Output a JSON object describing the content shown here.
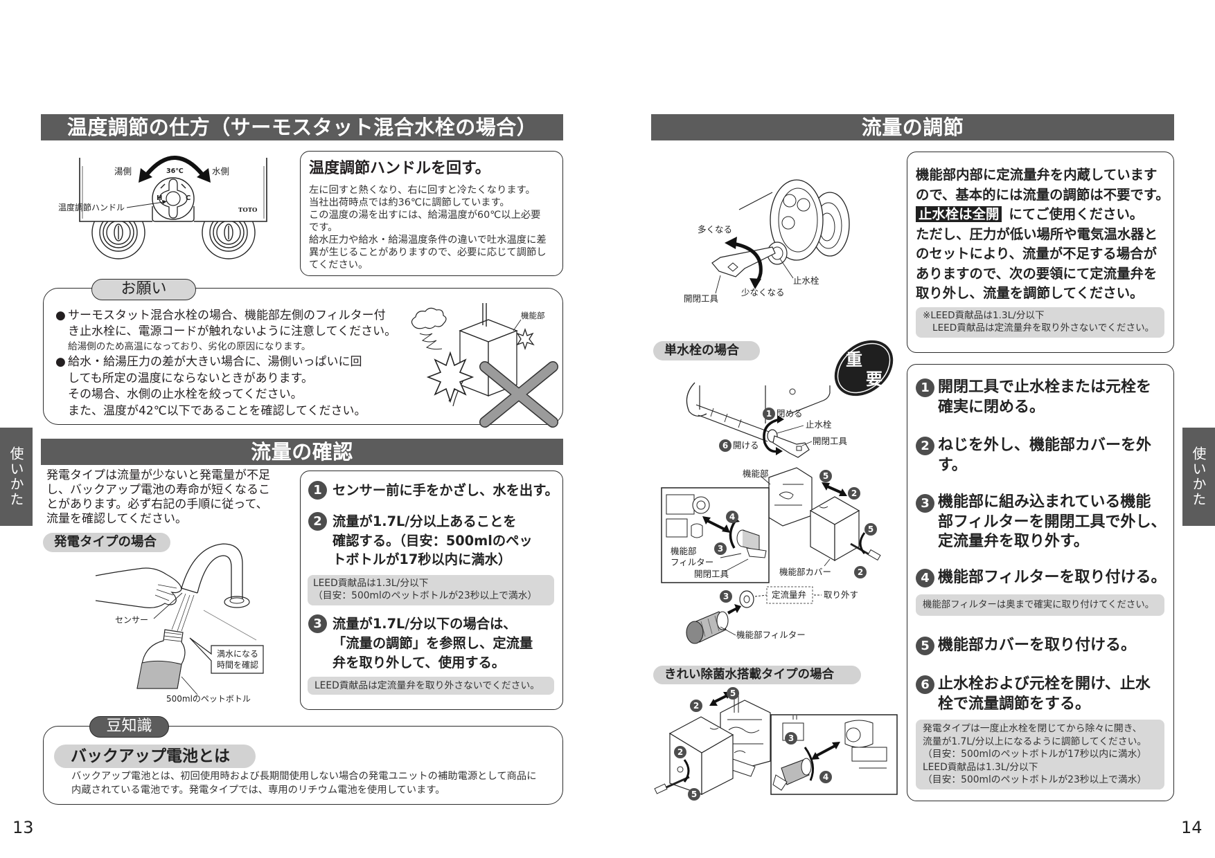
{
  "left_page": {
    "page_number": "13",
    "side_tab": "使いかた",
    "temperature_section": {
      "heading": "温度調節の仕方（サーモスタット混合水栓の場合）",
      "figure": {
        "hot_side": "湯側",
        "set_temperature": "36℃",
        "cold_side": "水側",
        "handle_label": "温度調節ハンドル",
        "hot_mark": "H",
        "cold_mark": "C",
        "brand": "TOTO"
      },
      "instruction": {
        "title": "温度調節ハンドルを回す。",
        "lines": [
          "左に回すと熱くなり、右に回すと冷たくなります。",
          "当社出荷時点では約36℃に調節しています。",
          "この温度の湯を出すには、給湯温度が60℃以上必要",
          "です。",
          "給水圧力や給水・給湯温度条件の違いで吐水温度に差",
          "異が生じることがありますので、必要に応じて調節し",
          "てください。"
        ]
      },
      "request": {
        "tab": "お願い",
        "bullet": "●",
        "items": [
          {
            "lines": [
              "サーモスタット混合水栓の場合、機能部左側のフィルター付",
              "き止水栓に、電源コードが触れないように注意してください。"
            ],
            "note": "給湯側のため高温になっており、劣化の原因になります。"
          },
          {
            "lines": [
              "給水・給湯圧力の差が大きい場合に、湯側いっぱいに回",
              "しても所定の温度にならないときがあります。",
              "その場合、水側の止水栓を絞ってください。",
              "また、温度が42℃以下であることを確認してください。"
            ]
          }
        ],
        "figure_label": "機能部"
      }
    },
    "flow_check_section": {
      "heading": "流量の確認",
      "intro_lines": [
        "発電タイプは流量が少ないと発電量が不足",
        "し、バックアップ電池の寿命が短くなるこ",
        "とがあります。必ず右記の手順に従って、",
        "流量を確認してください。"
      ],
      "subheading": "発電タイプの場合",
      "figure": {
        "sensor": "センサー",
        "callout_line1": "満水になる",
        "callout_line2": "時間を確認",
        "bottle": "500mlのペットボトル"
      },
      "steps": [
        {
          "num": "1",
          "lines": [
            "センサー前に手をかざし、水を出す。"
          ]
        },
        {
          "num": "2",
          "lines": [
            "流量が1.7L/分以上あることを",
            "確認する。（目安：500mlのペッ",
            "トボトルが17秒以内に満水）"
          ],
          "note": [
            "LEED貢献品は1.3L/分以下",
            "（目安：500mlのペットボトルが23秒以上で満水）"
          ]
        },
        {
          "num": "3",
          "lines": [
            "流量が1.7L/分以下の場合は、",
            "「流量の調節」を参照し、定流量",
            "弁を取り外して、使用する。"
          ],
          "note": [
            "LEED貢献品は定流量弁を取り外さないでください。"
          ]
        }
      ]
    },
    "trivia": {
      "tab": "豆知識",
      "title": "バックアップ電池とは",
      "lines": [
        "バックアップ電池とは、初回使用時および長期間使用しない場合の発電ユニットの補助電源として商品に",
        "内蔵されている電池です。発電タイプでは、専用のリチウム電池を使用しています。"
      ]
    }
  },
  "right_page": {
    "page_number": "14",
    "side_tab": "使いかた",
    "flow_adjust_section": {
      "heading": "流量の調節",
      "info": {
        "lines_before": [
          "機能部内部に定流量弁を内蔵しています",
          "ので、基本的には流量の調節は不要です。"
        ],
        "highlight": "止水栓は全開",
        "highlight_suffix": "にてご使用ください。",
        "lines_after": [
          "ただし、圧力が低い場所や電気温水器と",
          "のセットにより、流量が不足する場合が",
          "ありますので、次の要領にて定流量弁を",
          "取り外し、流量を調節してください。"
        ],
        "note_lines": [
          "※LEED貢献品は1.3L/分以下",
          "LEED貢献品は定流量弁を取り外さないでください。"
        ]
      },
      "figure_top": {
        "more": "多くなる",
        "less": "少なくなる",
        "stop_valve": "止水栓",
        "tool": "開閉工具"
      },
      "single_valve": {
        "subheading": "単水栓の場合",
        "badge": {
          "line1": "重",
          "line2": "要"
        },
        "labels": {
          "close": "閉める",
          "stop_valve": "止水栓",
          "open": "開ける",
          "tool": "開閉工具",
          "unit": "機能部",
          "filter_line1": "機能部",
          "filter_line2": "フィルター",
          "inset_tool": "開閉工具",
          "cover": "機能部カバー",
          "valve": "定流量弁",
          "remove": "取り外す",
          "filter": "機能部フィルター"
        },
        "markers": [
          "1",
          "6",
          "5",
          "2",
          "4",
          "3",
          "5",
          "2",
          "3"
        ]
      },
      "sterilized_type": {
        "subheading": "きれい除菌水搭載タイプの場合",
        "markers": [
          "5",
          "2",
          "2",
          "5",
          "3",
          "4"
        ]
      },
      "steps": [
        {
          "num": "1",
          "lines": [
            "開閉工具で止水栓または元栓を",
            "確実に閉める。"
          ]
        },
        {
          "num": "2",
          "lines": [
            "ねじを外し、機能部カバーを外",
            "す。"
          ]
        },
        {
          "num": "3",
          "lines": [
            "機能部に組み込まれている機能",
            "部フィルターを開閉工具で外し、",
            "定流量弁を取り外す。"
          ]
        },
        {
          "num": "4",
          "lines": [
            "機能部フィルターを取り付ける。"
          ],
          "note": [
            "機能部フィルターは奥まで確実に取り付けてください。"
          ]
        },
        {
          "num": "5",
          "lines": [
            "機能部カバーを取り付ける。"
          ]
        },
        {
          "num": "6",
          "lines": [
            "止水栓および元栓を開け、止水",
            "栓で流量調節をする。"
          ],
          "note": [
            "発電タイプは一度止水栓を閉じてから除々に開き、",
            "流量が1.7L/分以上になるように調節してください。",
            "（目安：500mlのペットボトルが17秒以内に満水）",
            "LEED貢献品は1.3L/分以下",
            "（目安：500mlのペットボトルが23秒以上で満水）"
          ]
        }
      ]
    }
  },
  "colors": {
    "band": "#5c5c5c",
    "pill": "#d2d2d2",
    "note": "#d8d8d8",
    "border": "#2a2a2a",
    "text": "#231f20"
  }
}
